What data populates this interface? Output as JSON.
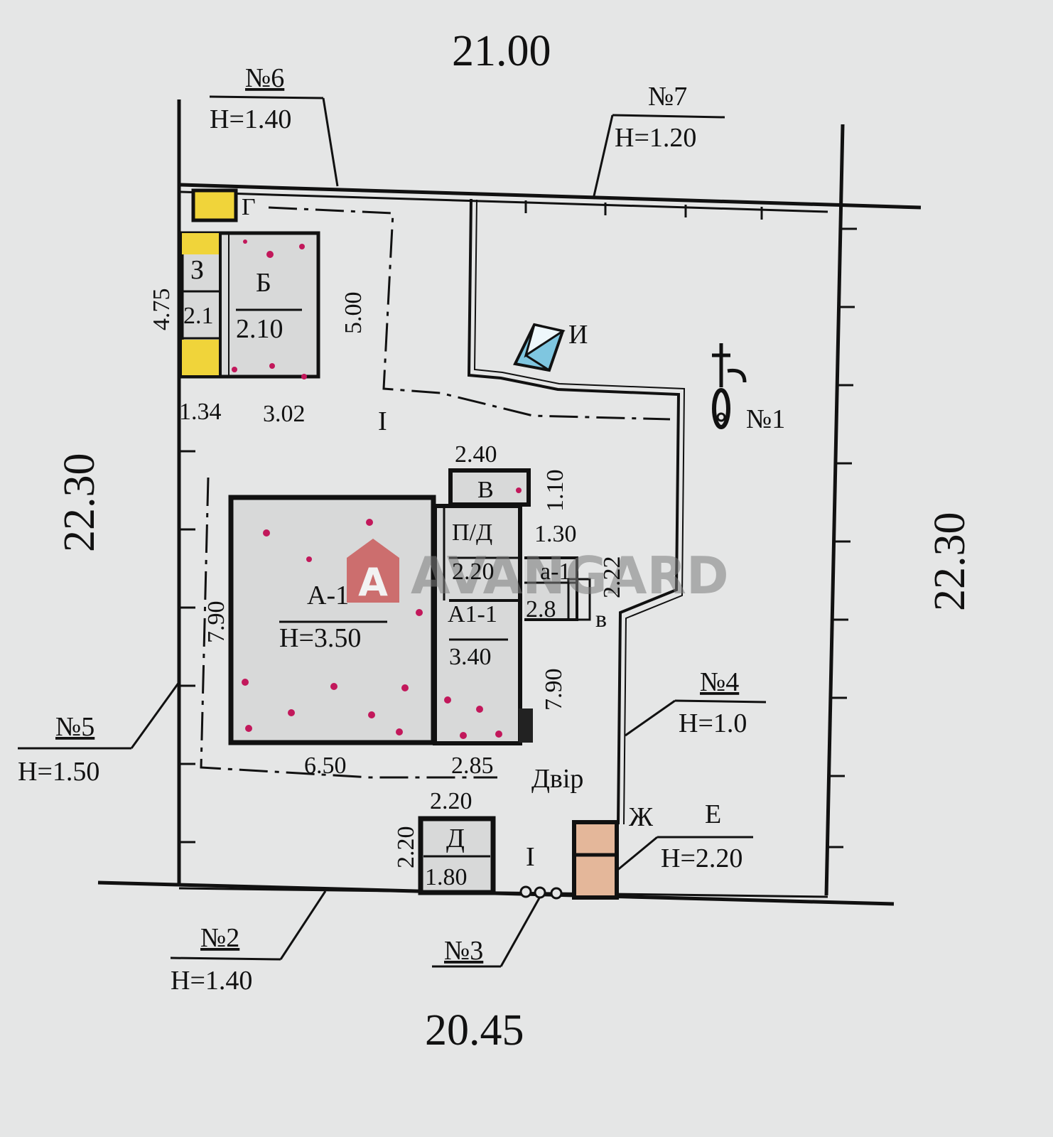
{
  "dimensions": {
    "top": "21.00",
    "bottom": "20.45",
    "left": "22.30",
    "right": "22.30"
  },
  "fences": {
    "n6": {
      "label": "№6",
      "height": "Н=1.40"
    },
    "n7": {
      "label": "№7",
      "height": "Н=1.20"
    },
    "n5": {
      "label": "№5",
      "height": "Н=1.50"
    },
    "n4": {
      "label": "№4",
      "height": "Н=1.0"
    },
    "n2": {
      "label": "№2",
      "height": "Н=1.40"
    },
    "n3": {
      "label": "№3"
    }
  },
  "well": {
    "label": "№1"
  },
  "buildings": {
    "g": {
      "label": "Г"
    },
    "z": {
      "label": "З",
      "value": "2.1"
    },
    "b": {
      "label": "Б",
      "value": "2.10",
      "dim_height": "4.75",
      "dim_side": "5.00",
      "dim_w1": "1.34",
      "dim_w2": "3.02"
    },
    "i": {
      "label": "И"
    },
    "a1": {
      "label": "А-1",
      "height": "Н=3.50",
      "dim_side": "7.90",
      "dim_bottom": "6.50"
    },
    "a11": {
      "label": "А1-1",
      "value": "3.40",
      "dim_side": "7.90",
      "dim_bottom": "2.85"
    },
    "v": {
      "label": "В",
      "dim_top": "2.40",
      "dim_side": "1.10"
    },
    "pd": {
      "label": "П/Д",
      "value": "2.20",
      "dim_side": "1.30"
    },
    "a1small": {
      "label": "а-1",
      "value": "2.8",
      "dim_side": "2.22",
      "tag": "в"
    },
    "d": {
      "label": "Д",
      "value": "1.80",
      "dim_top": "2.20",
      "dim_side": "2.20"
    },
    "zh": {
      "label": "Ж"
    },
    "e": {
      "label": "Е",
      "height": "Н=2.20"
    }
  },
  "yard": {
    "label": "Двір",
    "mark1": "I",
    "mark2": "I"
  },
  "watermark": {
    "text": "AVANGARD",
    "icon": "house-logo-icon",
    "color": "#c84a4a"
  },
  "colors": {
    "yellow": "#f0d43a",
    "peach": "#e4b79a",
    "blue": "#7fc6e0",
    "dots": "#c2185b"
  }
}
